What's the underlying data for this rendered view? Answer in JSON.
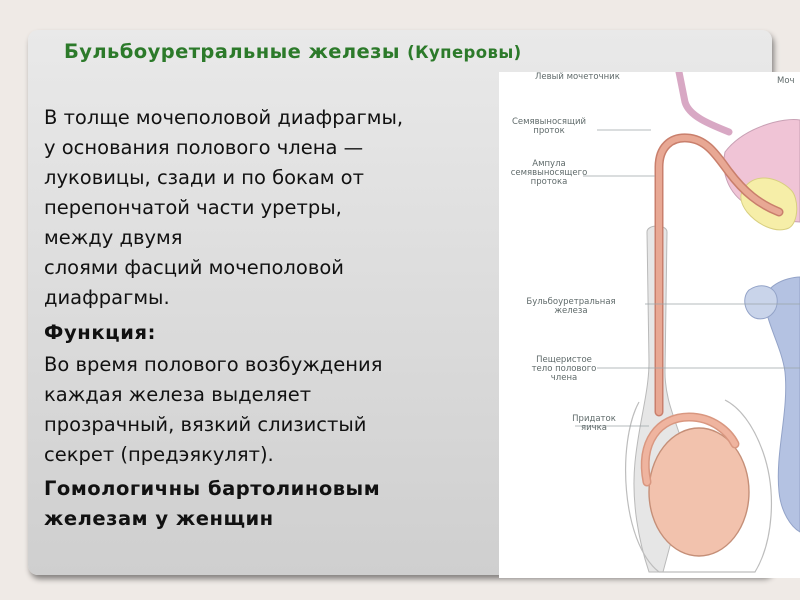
{
  "slide": {
    "title": "Бульбоуретральные железы",
    "title_suffix": "(Куперовы)",
    "body_lines": [
      "В толще мочеполовой диафрагмы,",
      "у основания полового члена —",
      "луковицы, сзади и по бокам от",
      "перепончатой части уретры,",
      "между двумя",
      "слоями фасций мочеполовой",
      "диафрагмы."
    ],
    "function_heading": "Функция:",
    "function_lines": [
      "Во время полового возбуждения",
      "каждая железа выделяет",
      "прозрачный, вязкий слизистый",
      "секрет (предэякулят)."
    ],
    "homology_lines": [
      "Гомологичны бартолиновым",
      "железам у женщин"
    ]
  },
  "diagram": {
    "labels": {
      "left_ureter": "Левый мочеточник",
      "right_edge": "Моч",
      "vas_deferens_1": "Семявыносящий",
      "vas_deferens_2": "проток",
      "ampulla_1": "Ампула",
      "ampulla_2": "семявыносящего",
      "ampulla_3": "протока",
      "bulbourethral_1": "Бульбоуретральная",
      "bulbourethral_2": "железа",
      "cavernous_1": "Пещеристое",
      "cavernous_2": "тело полового",
      "cavernous_3": "члена",
      "epididymis_1": "Придаток",
      "epididymis_2": "яичка"
    },
    "colors": {
      "duct": "#e8a894",
      "duct_outline": "#c97f6c",
      "testis": "#f2c2ad",
      "vesicle": "#f6eea8",
      "bladder": "#f0c4d6",
      "urethra_gray": "#dedede",
      "blue_tissue": "#b4c2e2",
      "leader_line": "#9ba4a8"
    }
  }
}
